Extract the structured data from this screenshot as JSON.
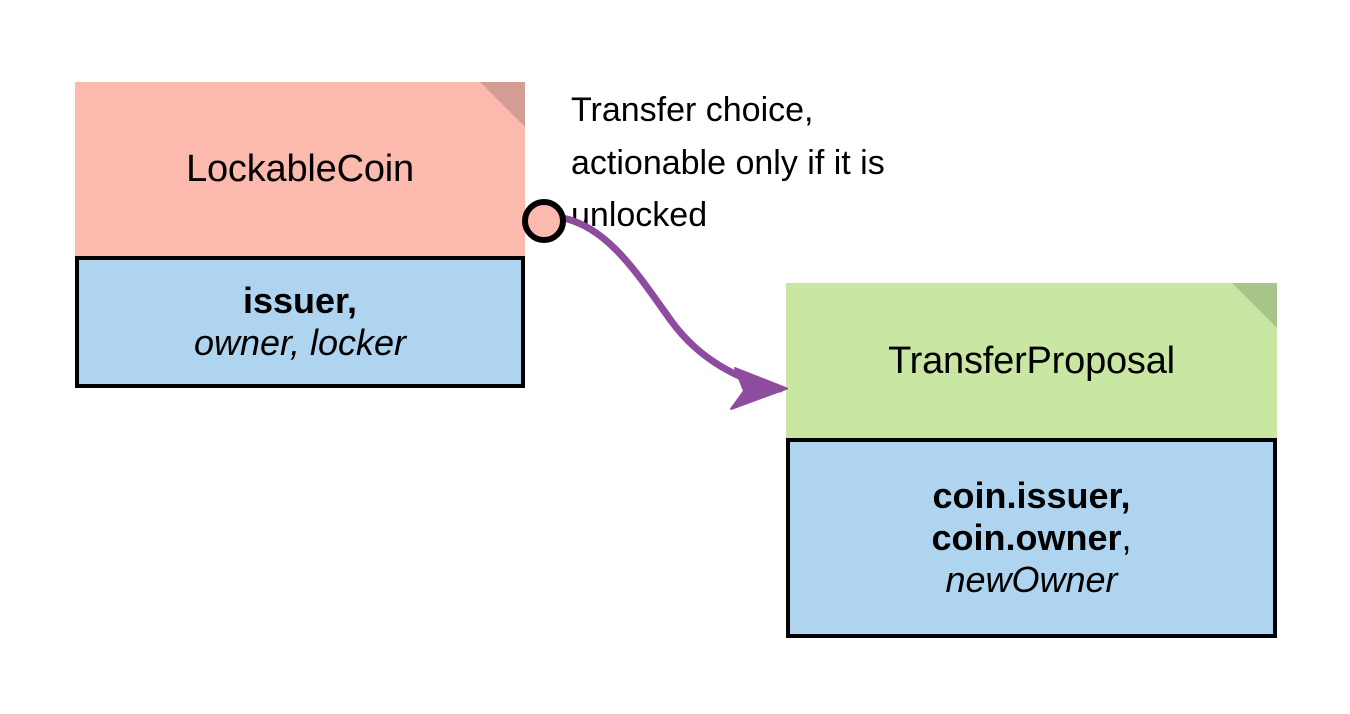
{
  "diagram": {
    "title": "LockableCoin to TransferProposal",
    "background": "#ffffff",
    "colors": {
      "coin_header": "#fcb9ad",
      "coin_fold": "#d39d95",
      "proposal_header": "#c9e6a3",
      "proposal_fold": "#a9c488",
      "field_body": "#aed4f0",
      "border": "#000000",
      "connector": "#8e4c9e"
    }
  },
  "nodes": {
    "lockable_coin": {
      "title": "LockableCoin",
      "fields": [
        {
          "text": "issuer,",
          "style": "bold"
        },
        {
          "text": "owner, locker",
          "style": "italic"
        }
      ]
    },
    "transfer_proposal": {
      "title": "TransferProposal",
      "fields": [
        {
          "text": "coin.issuer,",
          "style": "bold"
        },
        {
          "text": "coin.owner",
          "trailing": ",",
          "style": "bold"
        },
        {
          "text": "newOwner",
          "style": "italic"
        }
      ]
    }
  },
  "connector": {
    "label_lines": [
      "Transfer choice,",
      "actionable only if it is",
      "unlocked"
    ],
    "source_marker": "choice-circle",
    "arrow_head": "filled-triangle",
    "from": "lockable_coin",
    "to": "transfer_proposal"
  }
}
